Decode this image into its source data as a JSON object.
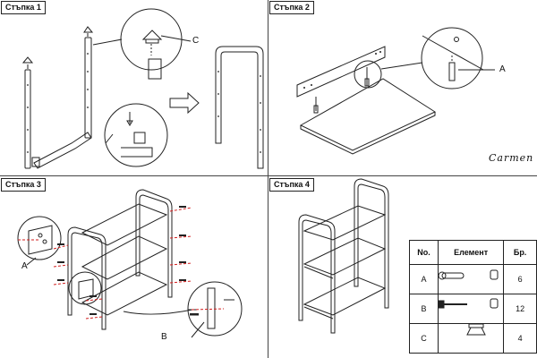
{
  "steps": [
    {
      "label": "Стъпка 1"
    },
    {
      "label": "Стъпка 2"
    },
    {
      "label": "Стъпка 3"
    },
    {
      "label": "Стъпка 4"
    }
  ],
  "callouts": {
    "c": "C",
    "a_step2": "A",
    "a_step3": "A",
    "b_step3": "B"
  },
  "brand": "Carmen",
  "parts_table": {
    "headers": {
      "no": "No.",
      "element": "Елемент",
      "qty": "Бр."
    },
    "rows": [
      {
        "no": "A",
        "qty": "6",
        "icon": "cam-bolt-icon"
      },
      {
        "no": "B",
        "qty": "12",
        "icon": "screw-icon"
      },
      {
        "no": "C",
        "qty": "4",
        "icon": "foot-cap-icon"
      }
    ]
  },
  "colors": {
    "line": "#222222",
    "accent_red": "#d21e1e"
  }
}
